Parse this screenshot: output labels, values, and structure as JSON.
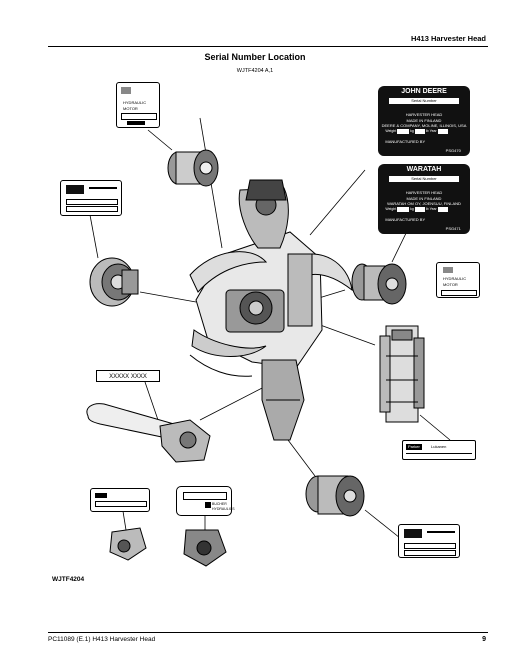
{
  "header": {
    "title": "H413  Harvester Head"
  },
  "page": {
    "title": "Serial Number Location",
    "figure_ref": "WJTF4204  A,1"
  },
  "plates": {
    "john_deere": {
      "brand": "JOHN DEERE",
      "serial_label": "Serial Number",
      "model": "HARVESTER HEAD",
      "made_in": "MADE IN FINLAND",
      "address": "DEERE & COMPANY, MOLINE, ILLINOIS, USA",
      "weight_label": "Weight",
      "weight_unit": "kg",
      "lb_label": "lb",
      "year_label": "Year",
      "manufactured_by": "MANUFACTURED BY",
      "code": "PSG470"
    },
    "waratah": {
      "brand": "WARATAH",
      "serial_label": "Serial Number",
      "model": "HARVESTER HEAD",
      "made_in": "MADE IN FINLAND",
      "address": "WARATAH OM OY, JOENSUU, FINLAND",
      "weight_label": "Weight",
      "weight_unit": "kg",
      "lb_label": "lb",
      "year_label": "Year",
      "manufactured_by": "MANUFACTURED BY",
      "code": "PSG471"
    },
    "hydraulic_motor_left": {
      "line1": "HYDRAULIC",
      "line2": "MOTOR"
    },
    "hydraulic_motor_right": {
      "line1": "HYDRAULIC",
      "line2": "MOTOR"
    },
    "serial_placeholder": "XXXXX XXXX",
    "parker": {
      "brand": "Parker",
      "text": "Lukanen"
    },
    "bucher": {
      "brand": "BUCHER",
      "sub": "HYDRAULICS"
    }
  },
  "figure_label": "WJTF4204",
  "footer": {
    "left": "PC11089   (E.1)    H413 Harvester Head",
    "page": "9"
  }
}
